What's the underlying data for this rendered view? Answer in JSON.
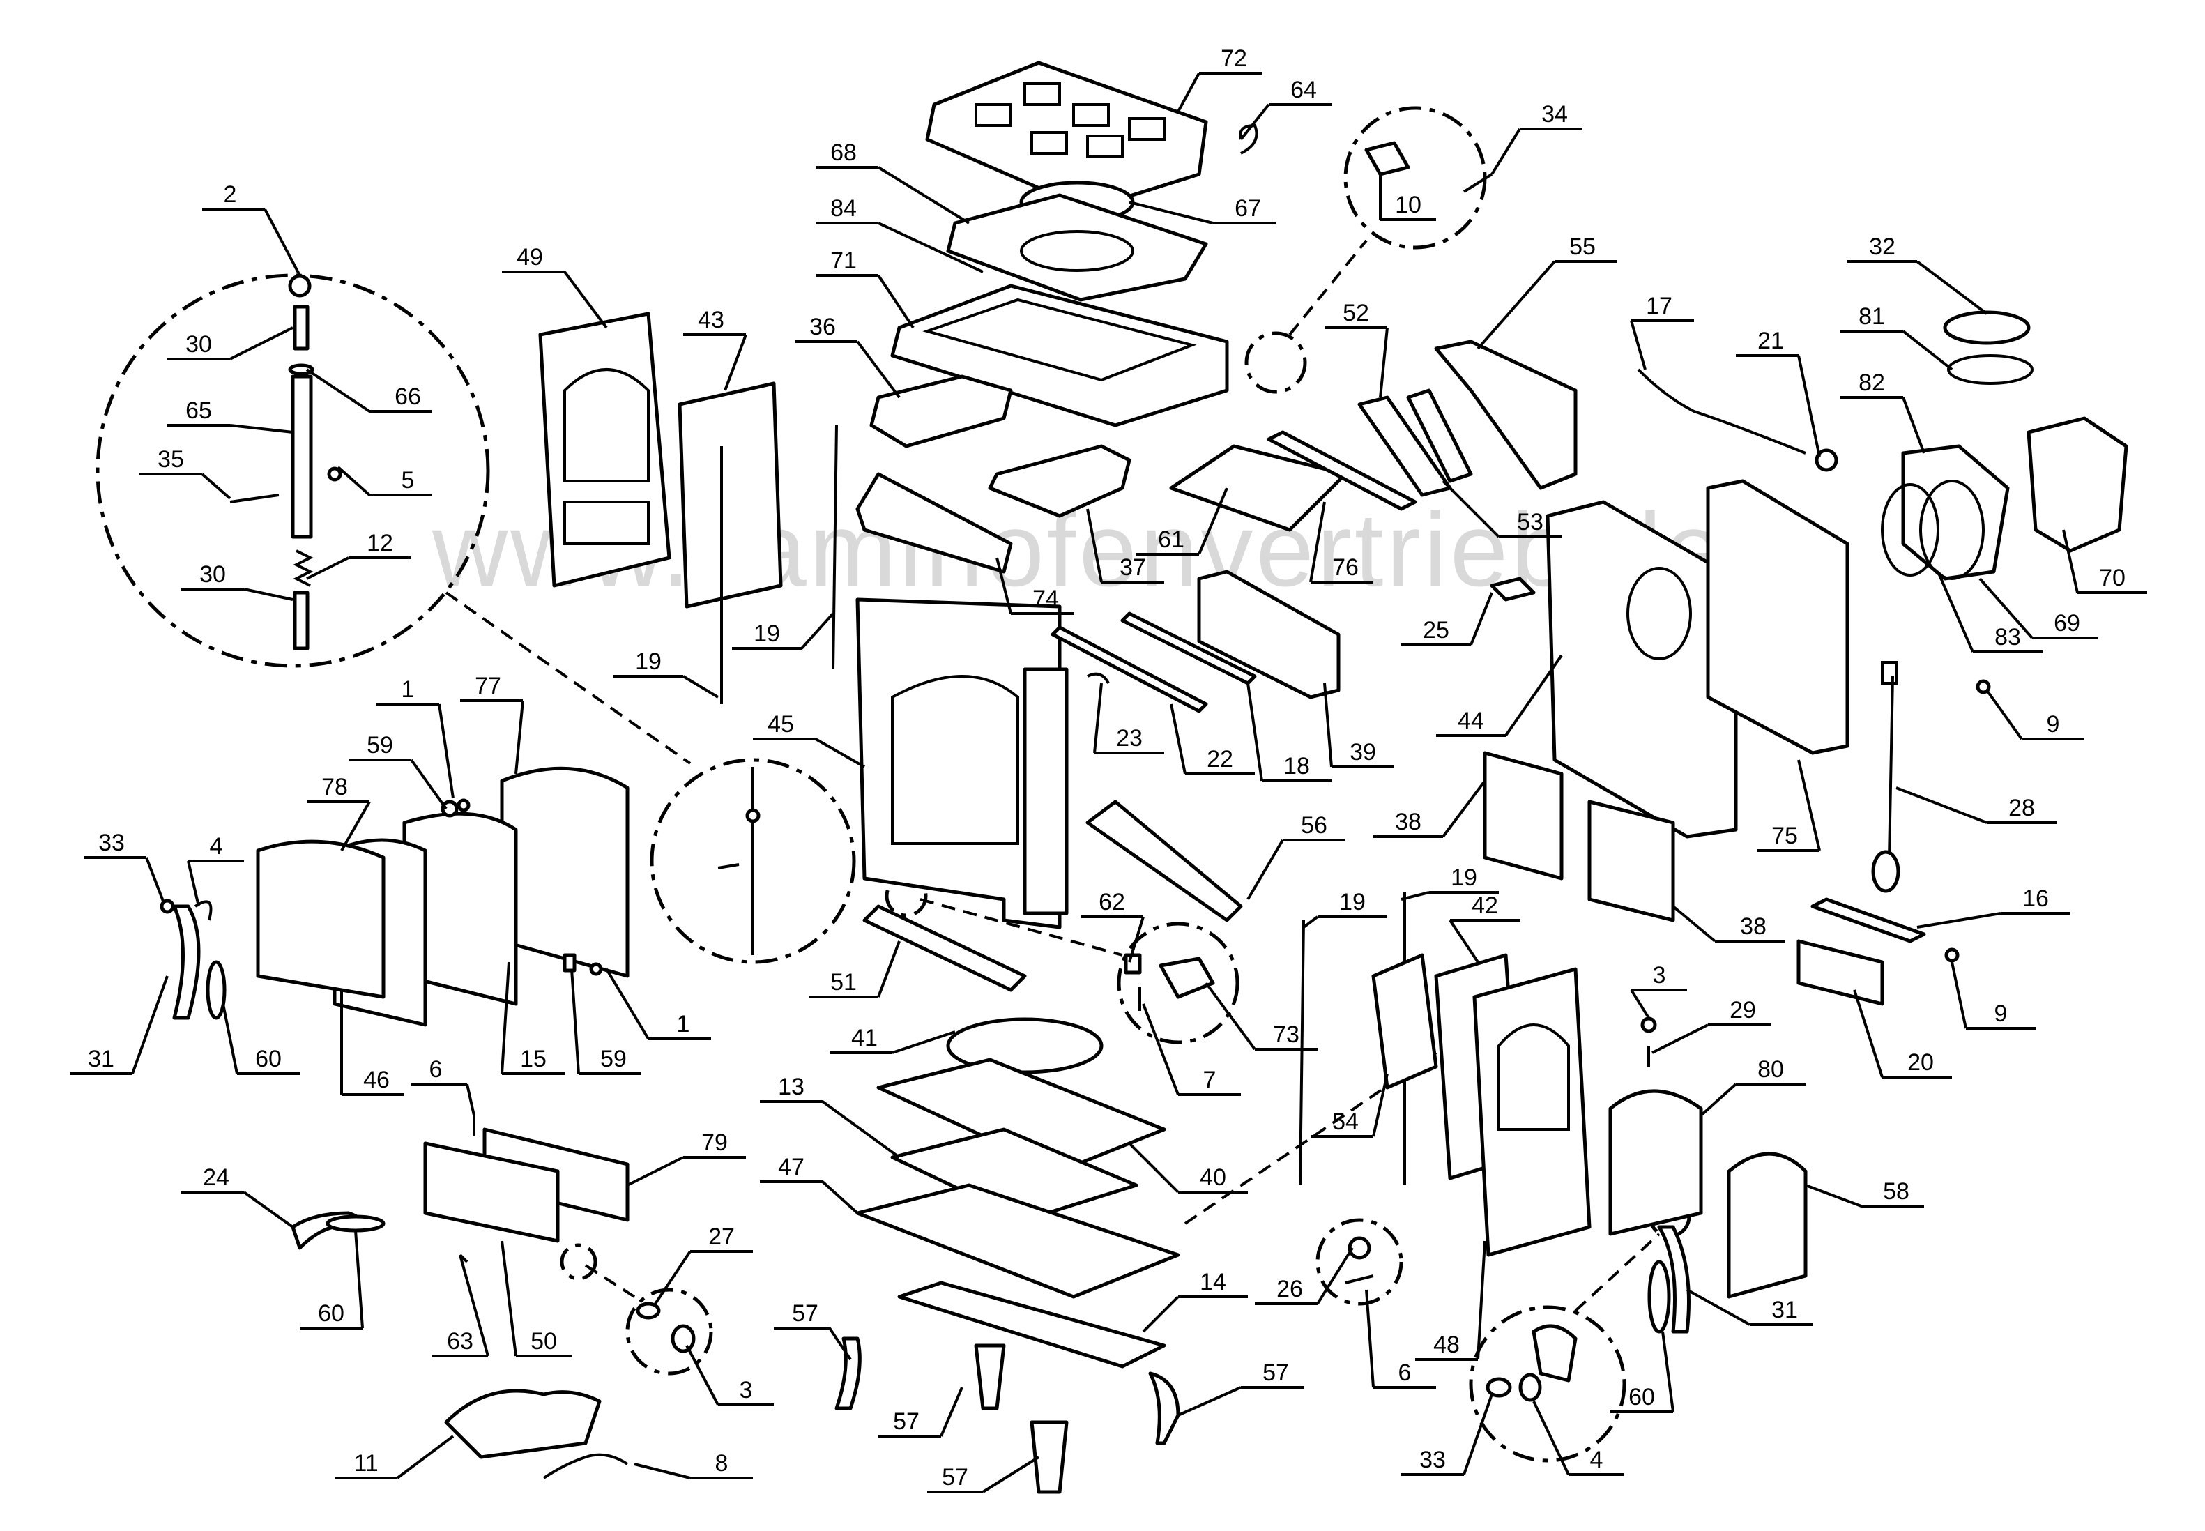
{
  "watermark": "www.kaminofenvertrieb.de",
  "callouts": [
    {
      "label": "72"
    },
    {
      "label": "64"
    },
    {
      "label": "34"
    },
    {
      "label": "10"
    },
    {
      "label": "68"
    },
    {
      "label": "67"
    },
    {
      "label": "84"
    },
    {
      "label": "71"
    },
    {
      "label": "49"
    },
    {
      "label": "2"
    },
    {
      "label": "43"
    },
    {
      "label": "36"
    },
    {
      "label": "30"
    },
    {
      "label": "66"
    },
    {
      "label": "65"
    },
    {
      "label": "35"
    },
    {
      "label": "5"
    },
    {
      "label": "12"
    },
    {
      "label": "30"
    },
    {
      "label": "55"
    },
    {
      "label": "52"
    },
    {
      "label": "17"
    },
    {
      "label": "21"
    },
    {
      "label": "32"
    },
    {
      "label": "81"
    },
    {
      "label": "82"
    },
    {
      "label": "61"
    },
    {
      "label": "53"
    },
    {
      "label": "76"
    },
    {
      "label": "37"
    },
    {
      "label": "74"
    },
    {
      "label": "70"
    },
    {
      "label": "83"
    },
    {
      "label": "69"
    },
    {
      "label": "19"
    },
    {
      "label": "19"
    },
    {
      "label": "25"
    },
    {
      "label": "44"
    },
    {
      "label": "9"
    },
    {
      "label": "23"
    },
    {
      "label": "22"
    },
    {
      "label": "18"
    },
    {
      "label": "39"
    },
    {
      "label": "45"
    },
    {
      "label": "1"
    },
    {
      "label": "77"
    },
    {
      "label": "59"
    },
    {
      "label": "78"
    },
    {
      "label": "33"
    },
    {
      "label": "4"
    },
    {
      "label": "38"
    },
    {
      "label": "75"
    },
    {
      "label": "28"
    },
    {
      "label": "56"
    },
    {
      "label": "19"
    },
    {
      "label": "19"
    },
    {
      "label": "42"
    },
    {
      "label": "38"
    },
    {
      "label": "16"
    },
    {
      "label": "62"
    },
    {
      "label": "51"
    },
    {
      "label": "73"
    },
    {
      "label": "31"
    },
    {
      "label": "60"
    },
    {
      "label": "46"
    },
    {
      "label": "15"
    },
    {
      "label": "59"
    },
    {
      "label": "1"
    },
    {
      "label": "41"
    },
    {
      "label": "7"
    },
    {
      "label": "54"
    },
    {
      "label": "3"
    },
    {
      "label": "29"
    },
    {
      "label": "9"
    },
    {
      "label": "20"
    },
    {
      "label": "13"
    },
    {
      "label": "6"
    },
    {
      "label": "79"
    },
    {
      "label": "40"
    },
    {
      "label": "80"
    },
    {
      "label": "47"
    },
    {
      "label": "58"
    },
    {
      "label": "24"
    },
    {
      "label": "27"
    },
    {
      "label": "14"
    },
    {
      "label": "26"
    },
    {
      "label": "48"
    },
    {
      "label": "60"
    },
    {
      "label": "63"
    },
    {
      "label": "50"
    },
    {
      "label": "3"
    },
    {
      "label": "57"
    },
    {
      "label": "6"
    },
    {
      "label": "31"
    },
    {
      "label": "57"
    },
    {
      "label": "57"
    },
    {
      "label": "11"
    },
    {
      "label": "8"
    },
    {
      "label": "57"
    },
    {
      "label": "33"
    },
    {
      "label": "4"
    },
    {
      "label": "60"
    }
  ]
}
